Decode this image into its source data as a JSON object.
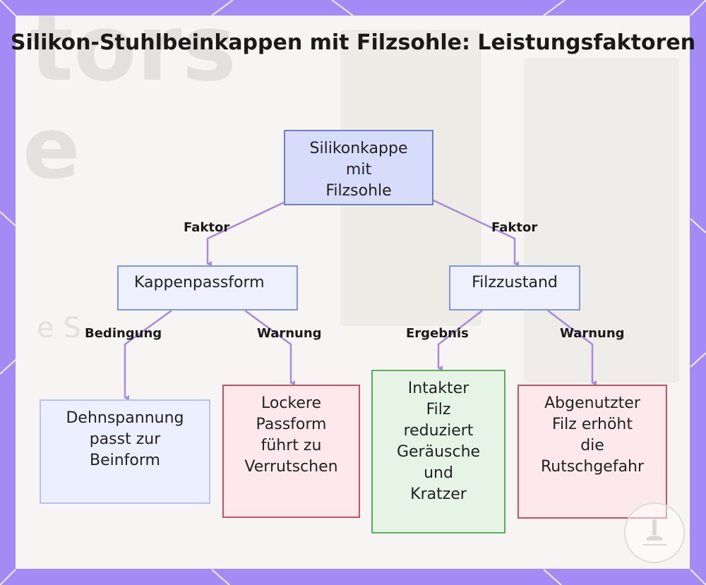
{
  "title": "Silikon-Stuhlbeinkappen mit Filzsohle: Leistungsfaktoren",
  "colors": {
    "frame": "#a48af4",
    "connector": "#a98ad8",
    "root_fill": "#d8dcfb",
    "neutral_fill": "#eef0fd",
    "warning_fill": "#fde9ec",
    "warning_border": "#d0505f",
    "result_fill": "#e6f4e6",
    "result_border": "#5aab5c"
  },
  "nodes": {
    "root": "Silikonkappe\nmit\nFilzsohle",
    "fit": "Kappenpassform",
    "felt": "Filzzustand",
    "condition": "Dehnspannung\npasst zur\nBeinform",
    "warning_fit": "Lockere\nPassform\nführt zu\nVerrutschen",
    "result": "Intakter\nFilz\nreduziert\nGeräusche\nund\nKratzer",
    "warning_felt": "Abgenutzter\nFilz erhöht\ndie\nRutschgefahr"
  },
  "edges": {
    "factor_left": "Faktor",
    "factor_right": "Faktor",
    "condition": "Bedingung",
    "warning_left": "Warnung",
    "result": "Ergebnis",
    "warning_right": "Warnung"
  },
  "icons": {
    "logo": "chair-leg-logo-icon"
  }
}
